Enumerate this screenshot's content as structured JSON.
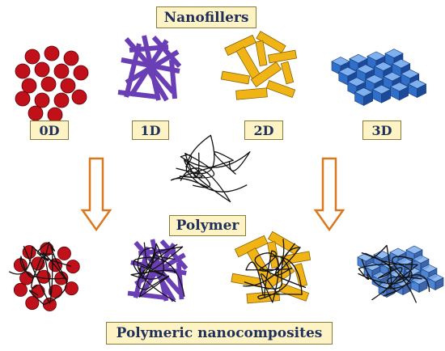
{
  "title": "Nanofillers",
  "dimensions": [
    "0D",
    "1D",
    "2D",
    "3D"
  ],
  "polymer_label": "Polymer",
  "result_label": "Polymeric nanocomposites",
  "colors": {
    "label_bg": "#fdf3c4",
    "label_text": "#1f2f5a",
    "sphere": "#c0101a",
    "rod": "#6a3fb5",
    "flake": "#f1b417",
    "cube": "#2f6fc9",
    "arrow": "#d8781f",
    "chain": "#111111"
  },
  "icons": [
    "sphere-particle",
    "rod-filler",
    "flake-filler",
    "cube-filler",
    "polymer-coil",
    "down-arrow"
  ]
}
